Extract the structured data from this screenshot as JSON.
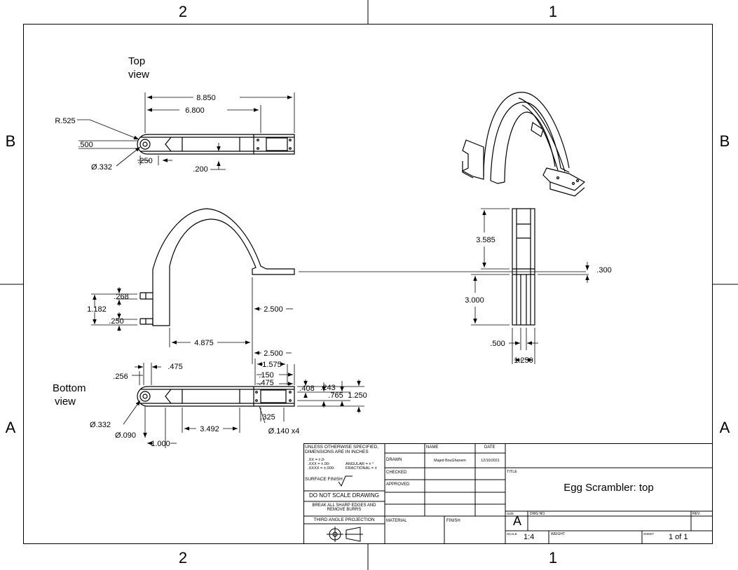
{
  "zones": {
    "col_left": "2",
    "col_right": "1",
    "row_upper": "B",
    "row_lower": "A"
  },
  "views": {
    "top": "Top\nview",
    "bottom": "Bottom\nview"
  },
  "dims": {
    "d8850": "8.850",
    "d6800": "6.800",
    "r525": "R.525",
    "d500": ".500",
    "d332": "Ø.332",
    "d250": ".250",
    "d200": ".200",
    "d268": ".268",
    "d1182": "1.182",
    "d250b": ".250",
    "d2500": "2.500",
    "d4875": "4.875",
    "d2500b": "2.500",
    "d1575": "1.575",
    "d150": ".150",
    "d475a": ".475",
    "d475b": ".475",
    "d256": ".256",
    "d408": ".408",
    "d243": ".243",
    "d765": ".765",
    "d1250": "1.250",
    "d3492": "3.492",
    "d325": ".325",
    "d140": "Ø.140 x4",
    "d332b": "Ø.332",
    "d090": "Ø.090",
    "d1000": "1.000",
    "d3585": "3.585",
    "d300": ".300",
    "d3000": "3.000",
    "d500b": ".500",
    "d1250b": "1.250"
  },
  "title_block": {
    "tolerance": "UNLESS OTHERWISE SPECIFIED,\nDIMENSIONS ARE IN INCHES",
    "tol_x": ".XX = ±.0-\n.XXX = ±.00-\n.XXXX = ±.000-",
    "angular": "ANGULAR = ± °\nFRACTIONAL = ±",
    "surface_finish": "SURFACE FINISH",
    "do_not_scale": "DO NOT SCALE DRAWING",
    "break_edges": "BREAK ALL SHARP EDGES AND\nREMOVE BURRS",
    "projection": "THIRD ANGLE PROJECTION",
    "name_header": "NAME",
    "date_header": "DATE",
    "drawn": "DRAWN",
    "checked": "CHECKED",
    "approved": "APPROVED",
    "drawn_name": "Majed BouGhanem",
    "drawn_date": "12/10/2021",
    "material": "MATERIAL",
    "finish": "FINISH",
    "title_label": "TITLE",
    "title": "Egg Scrambler: top",
    "size_label": "SIZE",
    "size": "A",
    "dwg_no_label": "DWG NO.",
    "rev_label": "REV.",
    "scale_label": "SCALE",
    "scale": "1:4",
    "weight_label": "WEIGHT",
    "sheet_label": "SHEET",
    "sheet": "1 of 1"
  }
}
